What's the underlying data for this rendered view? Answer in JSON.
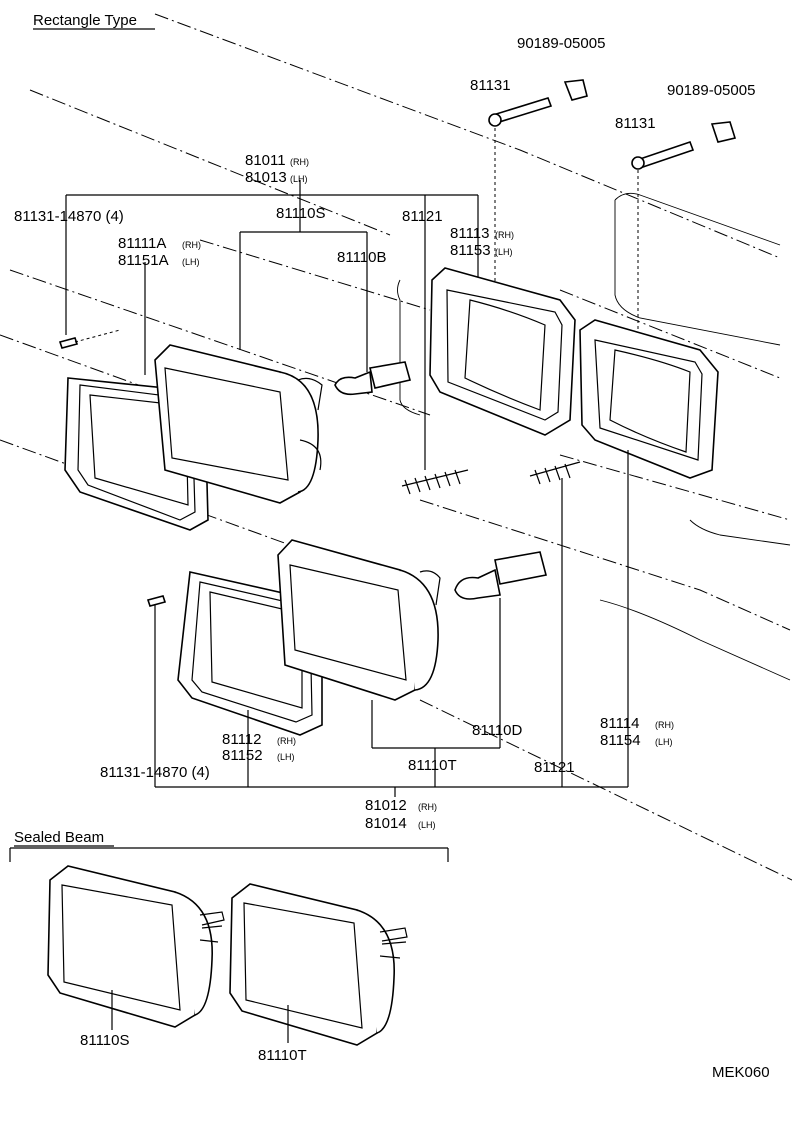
{
  "headers": {
    "rectangle_type": "Rectangle Type",
    "sealed_beam": "Sealed Beam"
  },
  "labels": {
    "p90189_a": "90189-05005",
    "p90189_b": "90189-05005",
    "p81131_a": "81131",
    "p81131_b": "81131",
    "p81011": "81011",
    "p81011_side": "(RH)",
    "p81013": "81013",
    "p81013_side": "(LH)",
    "p81131_14870_top": "81131-14870 (4)",
    "p81110S_top": "81110S",
    "p81121_top": "81121",
    "p81113": "81113",
    "p81113_side": "(RH)",
    "p81153": "81153",
    "p81153_side": "(LH)",
    "p81111A": "81111A",
    "p81111A_side": "(RH)",
    "p81151A": "81151A",
    "p81151A_side": "(LH)",
    "p81110B": "81110B",
    "p81110D": "81110D",
    "p81114": "81114",
    "p81114_side": "(RH)",
    "p81154": "81154",
    "p81154_side": "(LH)",
    "p81112": "81112",
    "p81112_side": "(RH)",
    "p81152": "81152",
    "p81152_side": "(LH)",
    "p81131_14870_bot": "81131-14870 (4)",
    "p81110T_mid": "81110T",
    "p81121_bot": "81121",
    "p81012": "81012",
    "p81012_side": "(RH)",
    "p81014": "81014",
    "p81014_side": "(LH)",
    "p81110S_sb": "81110S",
    "p81110T_sb": "81110T",
    "code": "MEK060"
  }
}
